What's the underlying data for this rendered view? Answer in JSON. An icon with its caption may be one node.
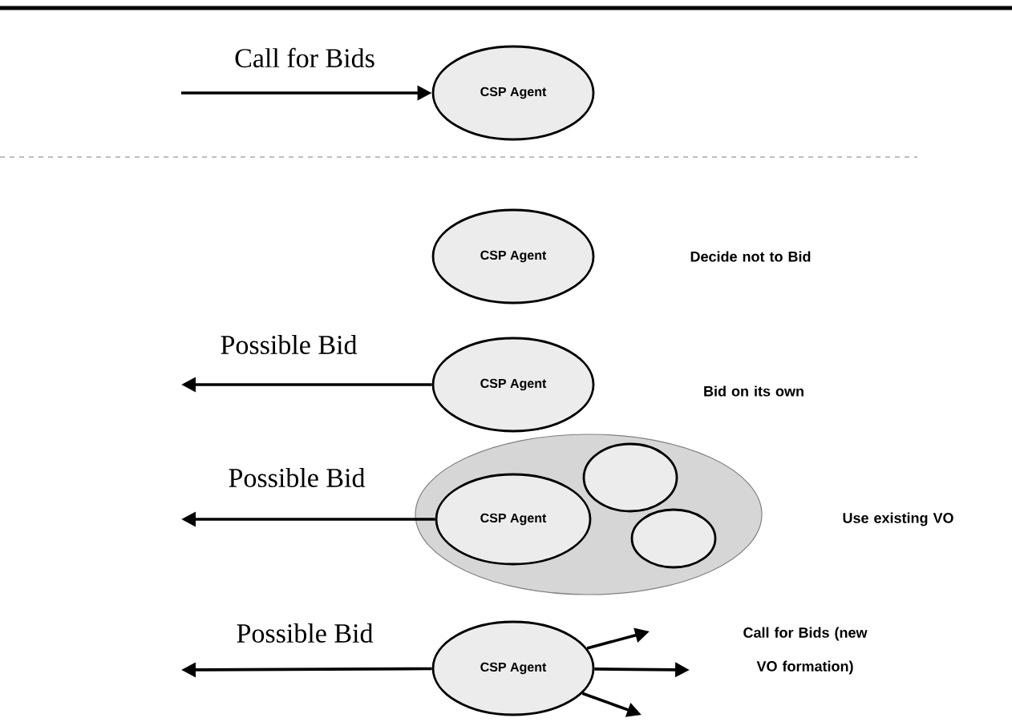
{
  "diagram": {
    "nodes": [
      {
        "text": [
          "CSP Agent"
        ]
      },
      {
        "text": [
          "CSP Agent"
        ]
      },
      {
        "text": [
          "CSP Agent"
        ]
      },
      {
        "text": [],
        "shape": "ellipse"
      },
      {
        "text": [
          "CSP Agent"
        ],
        "in": 3
      },
      {
        "text": [],
        "shape": "circle",
        "in": 3
      },
      {
        "text": [],
        "shape": "circle",
        "in": 3
      },
      {
        "text": [
          "CSP Agent"
        ]
      }
    ],
    "labels": [
      "Decide not to Bid",
      "Bid on its own",
      "Use existing VO",
      "Call for Bids (new VO formation)"
    ],
    "edges": [
      {
        "from": null,
        "to": 0,
        "arrow": "to",
        "label": "Call for Bids"
      },
      {
        "from": 2,
        "to": null,
        "arrow": "to",
        "label": "Possible Bid"
      },
      {
        "from": 4,
        "to": null,
        "arrow": "to",
        "label": "Possible Bid"
      },
      {
        "from": 7,
        "to": null,
        "arrow": "to",
        "label": "Possible Bid"
      },
      {
        "from": 7,
        "to": null,
        "arrow": "to"
      },
      {
        "from": 7,
        "to": null,
        "arrow": "to"
      },
      {
        "from": 7,
        "to": null,
        "arrow": "to"
      }
    ]
  }
}
